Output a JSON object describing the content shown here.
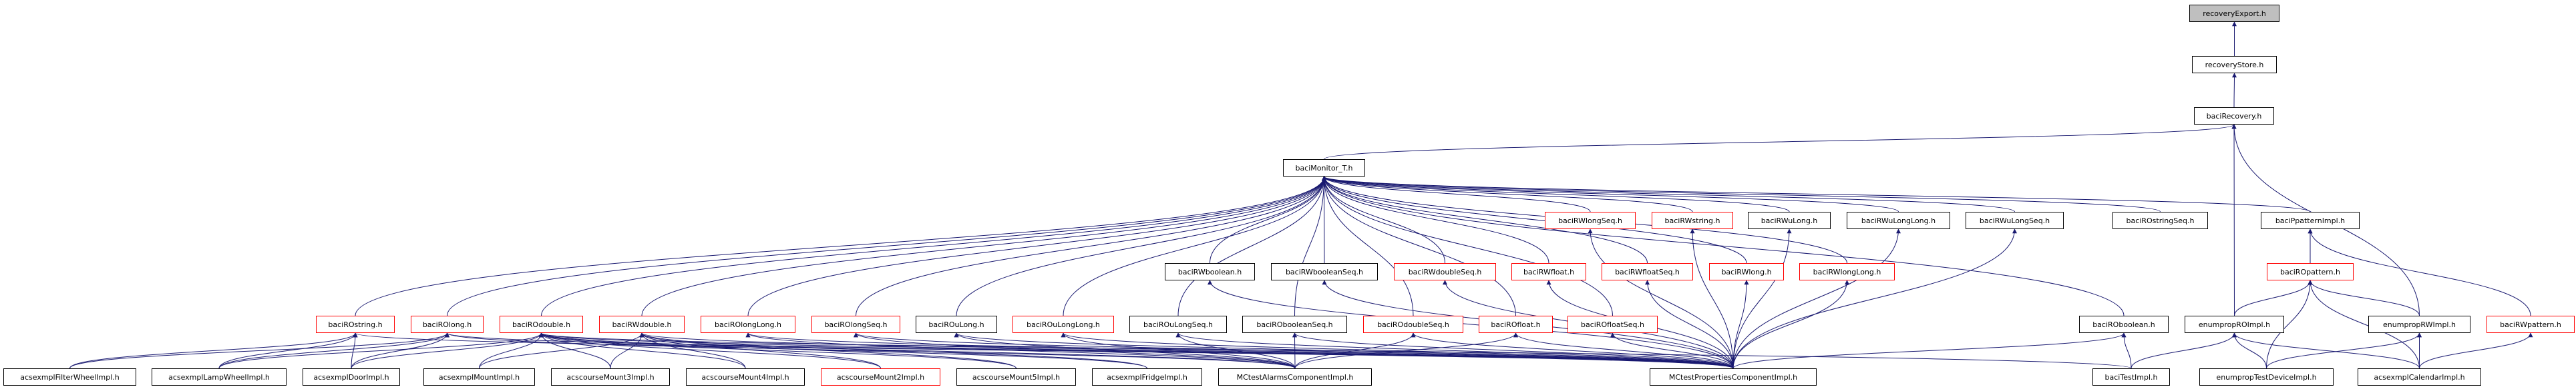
{
  "graph": {
    "edge_color": "#191970",
    "nodes": [
      {
        "id": "recoveryExport",
        "label": "recoveryExport.h",
        "style": "root"
      },
      {
        "id": "recoveryStore",
        "label": "recoveryStore.h",
        "style": "normal"
      },
      {
        "id": "baciRecovery",
        "label": "baciRecovery.h",
        "style": "normal"
      },
      {
        "id": "baciMonitor_T",
        "label": "baciMonitor_T.h",
        "style": "normal"
      },
      {
        "id": "baciRWlongSeq",
        "label": "baciRWlongSeq.h",
        "style": "red"
      },
      {
        "id": "baciRWstring",
        "label": "baciRWstring.h",
        "style": "red"
      },
      {
        "id": "baciRWuLong",
        "label": "baciRWuLong.h",
        "style": "normal"
      },
      {
        "id": "baciRWuLongLong",
        "label": "baciRWuLongLong.h",
        "style": "normal"
      },
      {
        "id": "baciRWuLongSeq",
        "label": "baciRWuLongSeq.h",
        "style": "normal"
      },
      {
        "id": "baciROstringSeq",
        "label": "baciROstringSeq.h",
        "style": "normal"
      },
      {
        "id": "baciPpatternImpl",
        "label": "baciPpatternImpl.h",
        "style": "normal"
      },
      {
        "id": "baciRWboolean",
        "label": "baciRWboolean.h",
        "style": "normal"
      },
      {
        "id": "baciRWbooleanSeq",
        "label": "baciRWbooleanSeq.h",
        "style": "normal"
      },
      {
        "id": "baciRWdoubleSeq",
        "label": "baciRWdoubleSeq.h",
        "style": "red"
      },
      {
        "id": "baciRWfloat",
        "label": "baciRWfloat.h",
        "style": "red"
      },
      {
        "id": "baciRWfloatSeq",
        "label": "baciRWfloatSeq.h",
        "style": "red"
      },
      {
        "id": "baciRWlong",
        "label": "baciRWlong.h",
        "style": "red"
      },
      {
        "id": "baciRWlongLong",
        "label": "baciRWlongLong.h",
        "style": "red"
      },
      {
        "id": "baciROpattern",
        "label": "baciROpattern.h",
        "style": "red"
      },
      {
        "id": "baciROstring",
        "label": "baciROstring.h",
        "style": "red"
      },
      {
        "id": "baciROlong",
        "label": "baciROlong.h",
        "style": "red"
      },
      {
        "id": "baciROdouble",
        "label": "baciROdouble.h",
        "style": "red"
      },
      {
        "id": "baciRWdouble",
        "label": "baciRWdouble.h",
        "style": "red"
      },
      {
        "id": "baciROlongLong",
        "label": "baciROlongLong.h",
        "style": "red"
      },
      {
        "id": "baciROlongSeq",
        "label": "baciROlongSeq.h",
        "style": "red"
      },
      {
        "id": "baciROuLong",
        "label": "baciROuLong.h",
        "style": "normal"
      },
      {
        "id": "baciROuLongLong",
        "label": "baciROuLongLong.h",
        "style": "red"
      },
      {
        "id": "baciROuLongSeq",
        "label": "baciROuLongSeq.h",
        "style": "normal"
      },
      {
        "id": "baciRObooleanSeq",
        "label": "baciRObooleanSeq.h",
        "style": "normal"
      },
      {
        "id": "baciROdoubleSeq",
        "label": "baciROdoubleSeq.h",
        "style": "red"
      },
      {
        "id": "baciROfloat",
        "label": "baciROfloat.h",
        "style": "red"
      },
      {
        "id": "baciROfloatSeq",
        "label": "baciROfloatSeq.h",
        "style": "red"
      },
      {
        "id": "baciROboolean",
        "label": "baciROboolean.h",
        "style": "normal"
      },
      {
        "id": "enumpropROImpl",
        "label": "enumpropROImpl.h",
        "style": "normal"
      },
      {
        "id": "enumpropRWImpl",
        "label": "enumpropRWImpl.h",
        "style": "normal"
      },
      {
        "id": "baciRWpattern",
        "label": "baciRWpattern.h",
        "style": "red"
      },
      {
        "id": "acsexmplFilterWheelImpl",
        "label": "acsexmplFilterWheelImpl.h",
        "style": "normal"
      },
      {
        "id": "acsexmplLampWheelImpl",
        "label": "acsexmplLampWheelImpl.h",
        "style": "normal"
      },
      {
        "id": "acsexmplDoorImpl",
        "label": "acsexmplDoorImpl.h",
        "style": "normal"
      },
      {
        "id": "acsexmplMountImpl",
        "label": "acsexmplMountImpl.h",
        "style": "normal"
      },
      {
        "id": "acscourseMount3Impl",
        "label": "acscourseMount3Impl.h",
        "style": "normal"
      },
      {
        "id": "acscourseMount4Impl",
        "label": "acscourseMount4Impl.h",
        "style": "normal"
      },
      {
        "id": "acscourseMount2Impl",
        "label": "acscourseMount2Impl.h",
        "style": "red"
      },
      {
        "id": "acscourseMount5Impl",
        "label": "acscourseMount5Impl.h",
        "style": "normal"
      },
      {
        "id": "acsexmplFridgeImpl",
        "label": "acsexmplFridgeImpl.h",
        "style": "normal"
      },
      {
        "id": "MCtestAlarmsComponentImpl",
        "label": "MCtestAlarmsComponentImpl.h",
        "style": "normal"
      },
      {
        "id": "MCtestPropertiesComponentImpl",
        "label": "MCtestPropertiesComponentImpl.h",
        "style": "normal"
      },
      {
        "id": "baciTestImpl",
        "label": "baciTestImpl.h",
        "style": "normal"
      },
      {
        "id": "enumpropTestDeviceImpl",
        "label": "enumpropTestDeviceImpl.h",
        "style": "normal"
      },
      {
        "id": "acsexmplCalendarImpl",
        "label": "acsexmplCalendarImpl.h",
        "style": "normal"
      }
    ],
    "edges": [
      [
        "recoveryStore",
        "recoveryExport"
      ],
      [
        "baciRecovery",
        "recoveryStore"
      ],
      [
        "baciMonitor_T",
        "baciRecovery"
      ],
      [
        "enumpropROImpl",
        "baciRecovery"
      ],
      [
        "enumpropRWImpl",
        "baciRecovery"
      ],
      [
        "baciRWlongSeq",
        "baciMonitor_T"
      ],
      [
        "baciRWstring",
        "baciMonitor_T"
      ],
      [
        "baciRWuLong",
        "baciMonitor_T"
      ],
      [
        "baciRWuLongLong",
        "baciMonitor_T"
      ],
      [
        "baciRWuLongSeq",
        "baciMonitor_T"
      ],
      [
        "baciROstringSeq",
        "baciMonitor_T"
      ],
      [
        "baciPpatternImpl",
        "baciMonitor_T"
      ],
      [
        "baciRWboolean",
        "baciMonitor_T"
      ],
      [
        "baciRWbooleanSeq",
        "baciMonitor_T"
      ],
      [
        "baciRWdoubleSeq",
        "baciMonitor_T"
      ],
      [
        "baciRWfloat",
        "baciMonitor_T"
      ],
      [
        "baciRWfloatSeq",
        "baciMonitor_T"
      ],
      [
        "baciRWlong",
        "baciMonitor_T"
      ],
      [
        "baciRWlongLong",
        "baciMonitor_T"
      ],
      [
        "baciROstring",
        "baciMonitor_T"
      ],
      [
        "baciROlong",
        "baciMonitor_T"
      ],
      [
        "baciROdouble",
        "baciMonitor_T"
      ],
      [
        "baciRWdouble",
        "baciMonitor_T"
      ],
      [
        "baciROlongLong",
        "baciMonitor_T"
      ],
      [
        "baciROlongSeq",
        "baciMonitor_T"
      ],
      [
        "baciROuLong",
        "baciMonitor_T"
      ],
      [
        "baciROuLongLong",
        "baciMonitor_T"
      ],
      [
        "baciROuLongSeq",
        "baciMonitor_T"
      ],
      [
        "baciRObooleanSeq",
        "baciMonitor_T"
      ],
      [
        "baciROdoubleSeq",
        "baciMonitor_T"
      ],
      [
        "baciROfloat",
        "baciMonitor_T"
      ],
      [
        "baciROfloatSeq",
        "baciMonitor_T"
      ],
      [
        "baciROboolean",
        "baciMonitor_T"
      ],
      [
        "baciROpattern",
        "baciPpatternImpl"
      ],
      [
        "baciRWpattern",
        "baciPpatternImpl"
      ],
      [
        "enumpropROImpl",
        "baciROpattern"
      ],
      [
        "enumpropRWImpl",
        "baciROpattern"
      ],
      [
        "acsexmplFilterWheelImpl",
        "baciROstring"
      ],
      [
        "acsexmplFilterWheelImpl",
        "baciROlong"
      ],
      [
        "acsexmplLampWheelImpl",
        "baciROstring"
      ],
      [
        "acsexmplLampWheelImpl",
        "baciROlong"
      ],
      [
        "acsexmplLampWheelImpl",
        "baciROdouble"
      ],
      [
        "acsexmplDoorImpl",
        "baciROstring"
      ],
      [
        "acsexmplDoorImpl",
        "baciROlong"
      ],
      [
        "acsexmplDoorImpl",
        "baciROdouble"
      ],
      [
        "acsexmplMountImpl",
        "baciROdouble"
      ],
      [
        "acsexmplMountImpl",
        "baciRWdouble"
      ],
      [
        "acscourseMount3Impl",
        "baciROdouble"
      ],
      [
        "acscourseMount3Impl",
        "baciRWdouble"
      ],
      [
        "acscourseMount4Impl",
        "baciROdouble"
      ],
      [
        "acscourseMount4Impl",
        "baciRWdouble"
      ],
      [
        "acscourseMount2Impl",
        "baciROdouble"
      ],
      [
        "acscourseMount2Impl",
        "baciRWdouble"
      ],
      [
        "acscourseMount5Impl",
        "baciROdouble"
      ],
      [
        "acscourseMount5Impl",
        "baciRWdouble"
      ],
      [
        "acsexmplFridgeImpl",
        "baciROdouble"
      ],
      [
        "acsexmplFridgeImpl",
        "baciRWdouble"
      ],
      [
        "MCtestAlarmsComponentImpl",
        "baciROlong"
      ],
      [
        "MCtestAlarmsComponentImpl",
        "baciROdouble"
      ],
      [
        "MCtestAlarmsComponentImpl",
        "baciROlongLong"
      ],
      [
        "MCtestAlarmsComponentImpl",
        "baciROuLong"
      ],
      [
        "MCtestAlarmsComponentImpl",
        "baciROuLongLong"
      ],
      [
        "MCtestAlarmsComponentImpl",
        "baciROuLongSeq"
      ],
      [
        "MCtestAlarmsComponentImpl",
        "baciRObooleanSeq"
      ],
      [
        "MCtestAlarmsComponentImpl",
        "baciROdoubleSeq"
      ],
      [
        "MCtestAlarmsComponentImpl",
        "baciROfloat"
      ],
      [
        "MCtestAlarmsComponentImpl",
        "baciROlongSeq"
      ],
      [
        "MCtestPropertiesComponentImpl",
        "baciROstring"
      ],
      [
        "MCtestPropertiesComponentImpl",
        "baciROlong"
      ],
      [
        "MCtestPropertiesComponentImpl",
        "baciROdouble"
      ],
      [
        "MCtestPropertiesComponentImpl",
        "baciRWdouble"
      ],
      [
        "MCtestPropertiesComponentImpl",
        "baciROlongLong"
      ],
      [
        "MCtestPropertiesComponentImpl",
        "baciROlongSeq"
      ],
      [
        "MCtestPropertiesComponentImpl",
        "baciROuLong"
      ],
      [
        "MCtestPropertiesComponentImpl",
        "baciROuLongLong"
      ],
      [
        "MCtestPropertiesComponentImpl",
        "baciROuLongSeq"
      ],
      [
        "MCtestPropertiesComponentImpl",
        "baciRObooleanSeq"
      ],
      [
        "MCtestPropertiesComponentImpl",
        "baciROdoubleSeq"
      ],
      [
        "MCtestPropertiesComponentImpl",
        "baciROfloat"
      ],
      [
        "MCtestPropertiesComponentImpl",
        "baciROfloatSeq"
      ],
      [
        "MCtestPropertiesComponentImpl",
        "baciROboolean"
      ],
      [
        "MCtestPropertiesComponentImpl",
        "baciRWboolean"
      ],
      [
        "MCtestPropertiesComponentImpl",
        "baciRWbooleanSeq"
      ],
      [
        "MCtestPropertiesComponentImpl",
        "baciRWdoubleSeq"
      ],
      [
        "MCtestPropertiesComponentImpl",
        "baciRWfloat"
      ],
      [
        "MCtestPropertiesComponentImpl",
        "baciRWfloatSeq"
      ],
      [
        "MCtestPropertiesComponentImpl",
        "baciRWlong"
      ],
      [
        "MCtestPropertiesComponentImpl",
        "baciRWlongLong"
      ],
      [
        "MCtestPropertiesComponentImpl",
        "baciRWlongSeq"
      ],
      [
        "MCtestPropertiesComponentImpl",
        "baciRWstring"
      ],
      [
        "MCtestPropertiesComponentImpl",
        "baciRWuLong"
      ],
      [
        "MCtestPropertiesComponentImpl",
        "baciRWuLongLong"
      ],
      [
        "MCtestPropertiesComponentImpl",
        "baciRWuLongSeq"
      ],
      [
        "baciTestImpl",
        "baciROboolean"
      ],
      [
        "baciTestImpl",
        "enumpropROImpl"
      ],
      [
        "baciTestImpl",
        "baciROdouble"
      ],
      [
        "enumpropTestDeviceImpl",
        "enumpropROImpl"
      ],
      [
        "enumpropTestDeviceImpl",
        "enumpropRWImpl"
      ],
      [
        "enumpropTestDeviceImpl",
        "baciROpattern"
      ],
      [
        "acsexmplCalendarImpl",
        "enumpropROImpl"
      ],
      [
        "acsexmplCalendarImpl",
        "enumpropRWImpl"
      ],
      [
        "acsexmplCalendarImpl",
        "baciRWpattern"
      ],
      [
        "acsexmplCalendarImpl",
        "baciROpattern"
      ]
    ]
  }
}
